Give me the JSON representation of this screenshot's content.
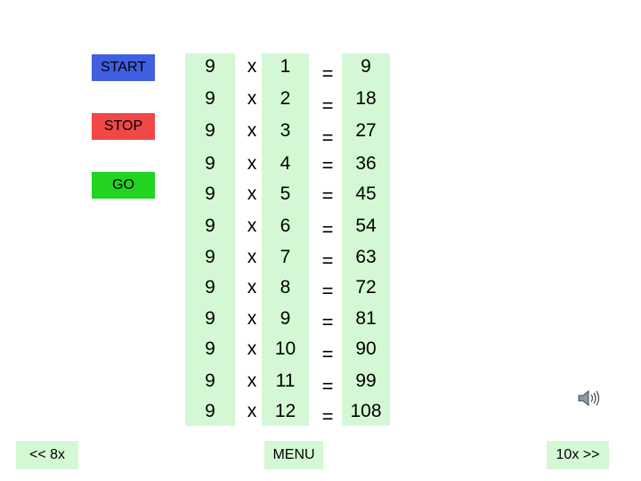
{
  "controls": {
    "start_label": "START",
    "stop_label": "STOP",
    "go_label": "GO"
  },
  "table": {
    "multiplicand": "9",
    "operator": "x",
    "equals": "=",
    "multipliers": [
      "1",
      "2",
      "3",
      "4",
      "5",
      "6",
      "7",
      "8",
      "9",
      "10",
      "11",
      "12"
    ],
    "products": [
      "9",
      "18",
      "27",
      "36",
      "45",
      "54",
      "63",
      "72",
      "81",
      "90",
      "99",
      "108"
    ]
  },
  "nav": {
    "prev_label": "<< 8x",
    "menu_label": "MENU",
    "next_label": "10x >>"
  },
  "icons": {
    "sound": "speaker-icon"
  }
}
